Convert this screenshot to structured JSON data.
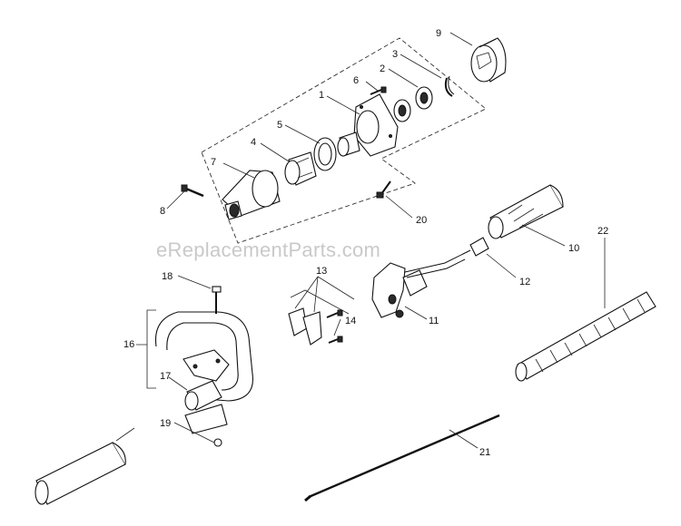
{
  "watermark": "eReplacementParts.com",
  "callouts": {
    "c1": "1",
    "c2": "2",
    "c3": "3",
    "c4": "4",
    "c5": "5",
    "c6": "6",
    "c7": "7",
    "c8": "8",
    "c9": "9",
    "c10": "10",
    "c11": "11",
    "c12": "12",
    "c13": "13",
    "c14": "14",
    "c16": "16",
    "c17": "17",
    "c18": "18",
    "c19": "19",
    "c20": "20",
    "c21": "21",
    "c22": "22"
  }
}
